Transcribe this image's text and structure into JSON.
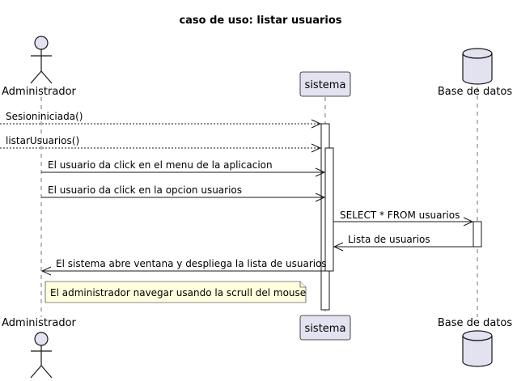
{
  "diagram": {
    "title": "caso de uso: listar usuarios",
    "participants": {
      "admin": {
        "label": "Administrador",
        "kind": "actor"
      },
      "system": {
        "label": "sistema",
        "kind": "participant"
      },
      "db": {
        "label": "Base de datos",
        "kind": "database"
      }
    },
    "messages": [
      {
        "label": "Sesioniniciada()",
        "from": "external",
        "to": "system",
        "style": "dashed"
      },
      {
        "label": "listarUsuarios()",
        "from": "external",
        "to": "system",
        "style": "dashed"
      },
      {
        "label": "El usuario da click en el menu de la aplicacion",
        "from": "admin",
        "to": "system",
        "style": "solid"
      },
      {
        "label": "El usuario da click en la opcion usuarios",
        "from": "admin",
        "to": "system",
        "style": "solid"
      },
      {
        "label": "SELECT * FROM usuarios",
        "from": "system",
        "to": "db",
        "style": "solid"
      },
      {
        "label": "Lista de usuarios",
        "from": "db",
        "to": "system",
        "style": "solid"
      },
      {
        "label": "El sistema abre ventana y despliega la lista de usuarios",
        "from": "system",
        "to": "admin",
        "style": "solid"
      }
    ],
    "note": {
      "text": "El administrador navegar usando la scrull del mouse",
      "over": "admin"
    },
    "colors": {
      "participant_fill": "#E2E2F0",
      "participant_border": "#181818",
      "note_fill": "#FEFFDD",
      "lifeline": "#181818",
      "line": "#181818"
    }
  }
}
